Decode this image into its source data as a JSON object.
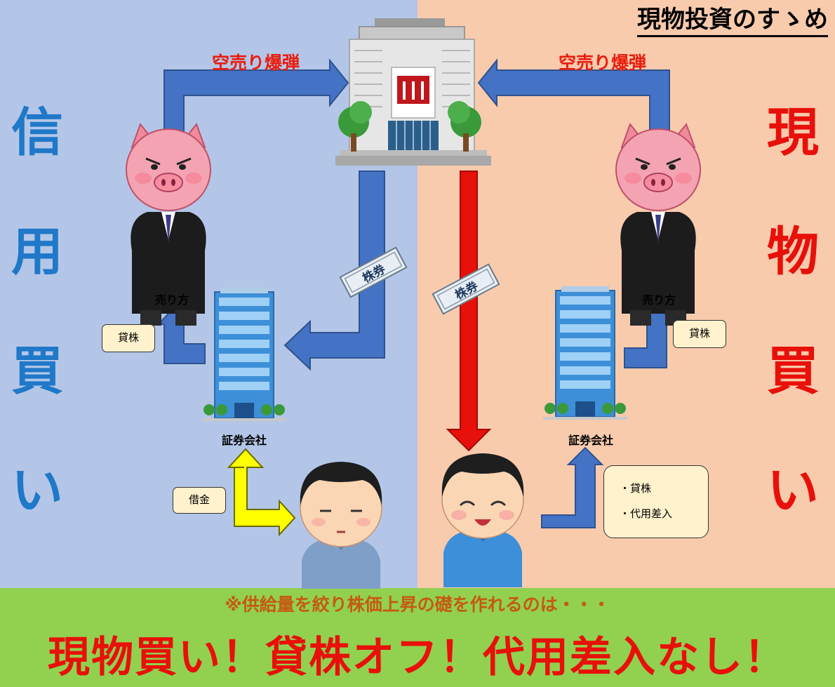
{
  "headline": "現物投資のすゝめ",
  "left": {
    "title_chars": [
      "信",
      "用",
      "買",
      "い"
    ],
    "bomb_label": "空売り爆弾",
    "seller_label": "売り方",
    "broker_label": "証券会社",
    "lend_note": "貸株",
    "loan_note": "借金"
  },
  "right": {
    "title_chars": [
      "現",
      "物",
      "買",
      "い"
    ],
    "bomb_label": "空売り爆弾",
    "seller_label": "売り方",
    "broker_label": "証券会社",
    "lend_note": "貸株",
    "notes_list": [
      "・貸株",
      "・代用差入"
    ]
  },
  "ticket_label": "株券",
  "bottom": {
    "note": "※供給量を絞り株価上昇の礎を作れるのは・・・",
    "slogan": "現物買い！貸株オフ！代用差入なし！"
  },
  "colors": {
    "left_bg": "#b3c6e7",
    "right_bg": "#f8cbad",
    "band": "#92d050",
    "blue_arrow": "#4472c4",
    "red_arrow": "#e8100a",
    "yellow_arrow": "#ffff00"
  }
}
